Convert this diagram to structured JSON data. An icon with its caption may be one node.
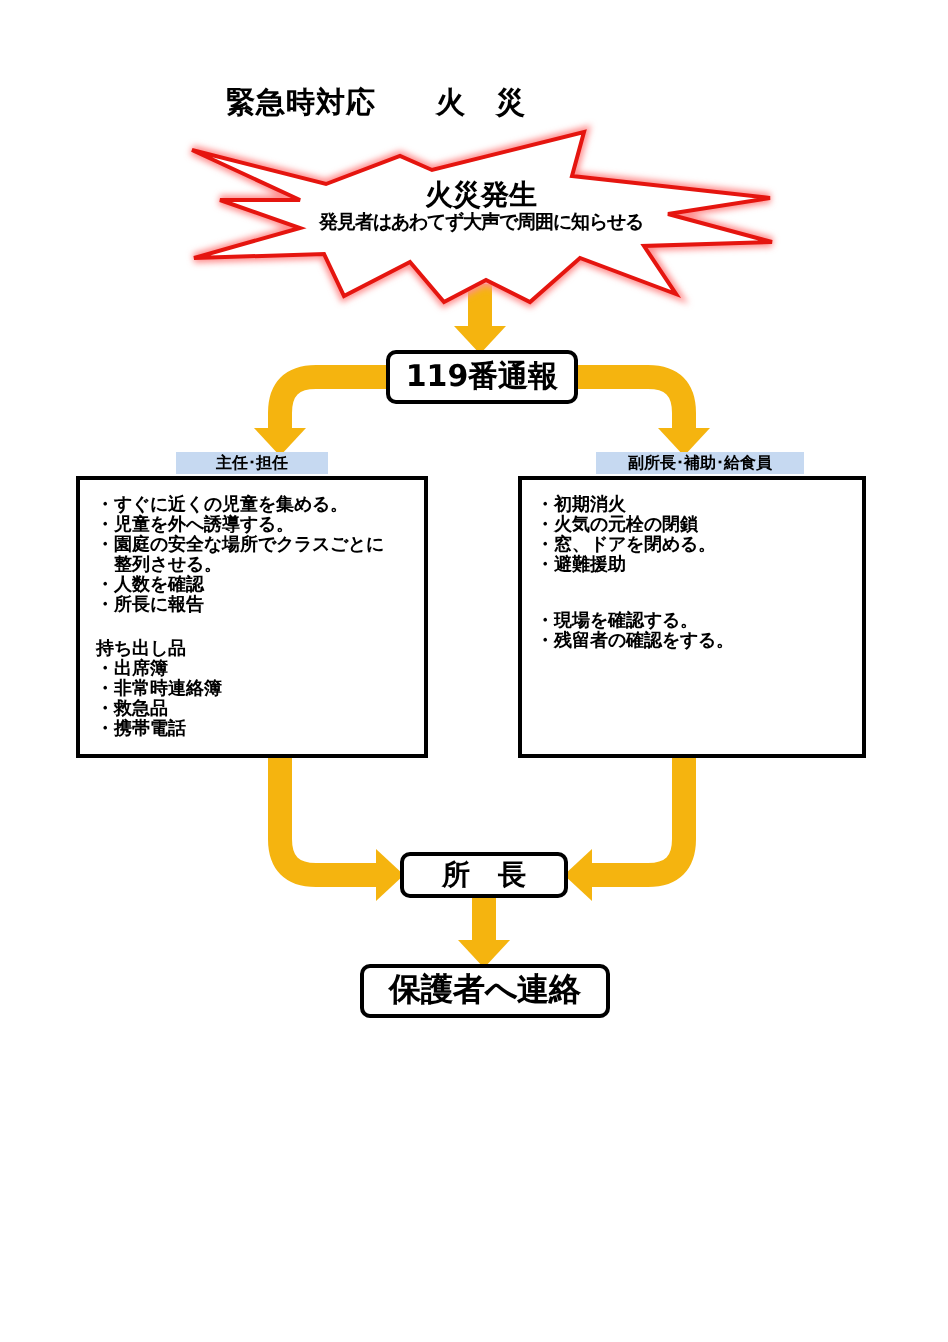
{
  "diagram": {
    "title": "緊急時対応　　火　災",
    "nodes": [
      {
        "text": [
          "火災発生",
          "発見者はあわてず大声で周囲に知らせる"
        ]
      },
      {
        "text": [
          "119番通報"
        ]
      },
      {
        "text": [
          "主任･担任",
          "・すぐに近くの児童を集める。",
          "・児童を外へ誘導する。",
          "・園庭の安全な場所でクラスごとに整列させる。",
          "・人数を確認",
          "・所長に報告",
          "持ち出し品",
          "・出席簿",
          "・非常時連絡簿",
          "・救急品",
          "・携帯電話"
        ]
      },
      {
        "text": [
          "副所長･補助･給食員",
          "・初期消火",
          "・火気の元栓の閉鎖",
          "・窓、ドアを閉める。",
          "・避難援助",
          "・現場を確認する。",
          "・残留者の確認をする。"
        ]
      },
      {
        "text": [
          "所　長"
        ]
      },
      {
        "text": [
          "保護者へ連絡"
        ]
      }
    ],
    "edges": [
      {
        "from": 0,
        "to": 1,
        "arrow": "to"
      },
      {
        "from": 1,
        "to": 2,
        "arrow": "to"
      },
      {
        "from": 1,
        "to": 3,
        "arrow": "to"
      },
      {
        "from": 2,
        "to": 4,
        "arrow": "to"
      },
      {
        "from": 3,
        "to": 4,
        "arrow": "to"
      },
      {
        "from": 4,
        "to": 5,
        "arrow": "to"
      }
    ]
  }
}
